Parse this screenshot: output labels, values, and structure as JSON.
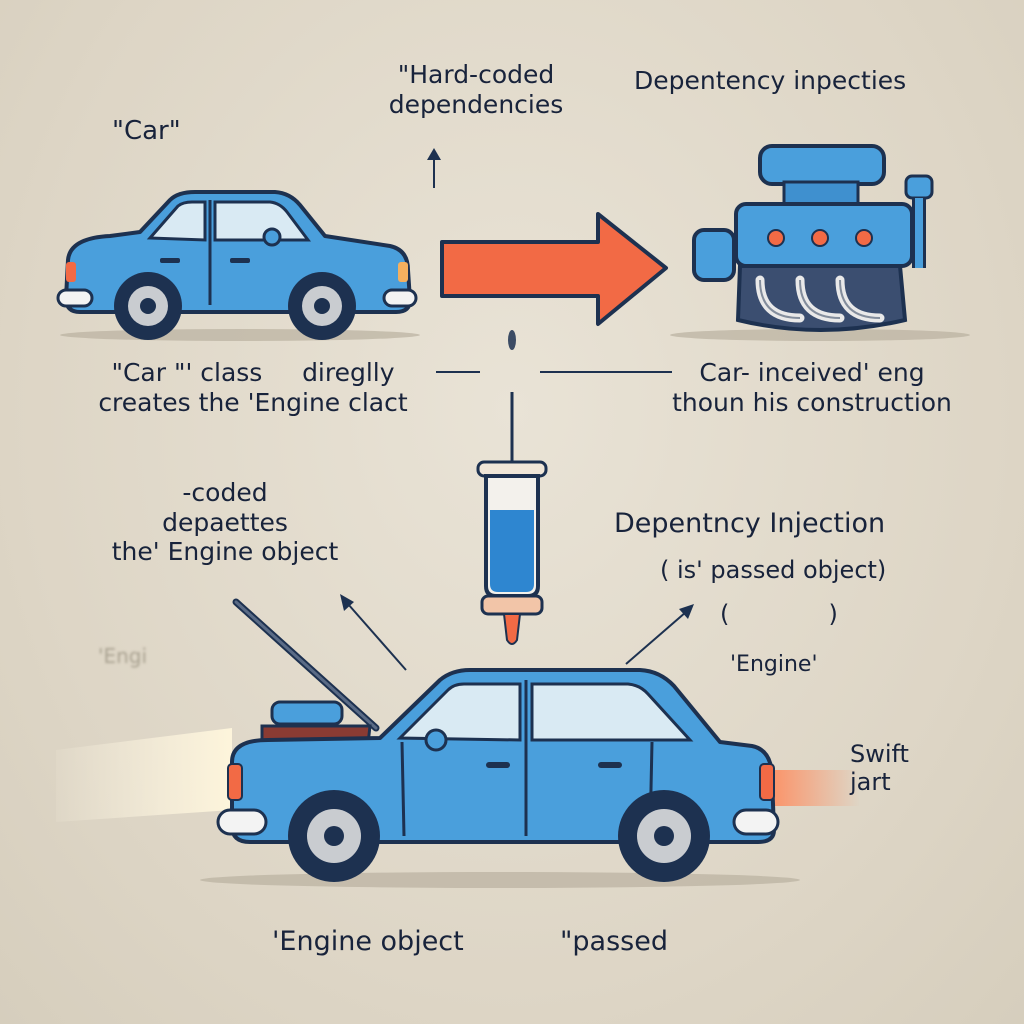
{
  "labels": {
    "car": "\"Car\"",
    "hard_coded": "\"Hard-coded\ndependencies",
    "di_top": "Depentency inpecties",
    "left_caption": "\"Car \"' class     direglly\ncreates the 'Engine clact",
    "right_caption": "Car- inceived' eng\nthoun his construction",
    "mid_left": "-coded\ndepaettes\nthe' Engine object",
    "di_mid": "Depentncy Injection",
    "passed_obj": "( is' passed object)",
    "paren": "(             )",
    "engine_small": "'Engine'",
    "faded_engine": "'Engi",
    "swift": "Swift\njart",
    "engine_object": "'Engine object",
    "passed": "\"passed"
  },
  "colors": {
    "car_body": "#4a9fdc",
    "car_dark": "#1d3150",
    "arrow": "#f26a45",
    "engine_blue": "#3f90cf",
    "liquid": "#2e86d0",
    "background": "#e2dbcc"
  }
}
